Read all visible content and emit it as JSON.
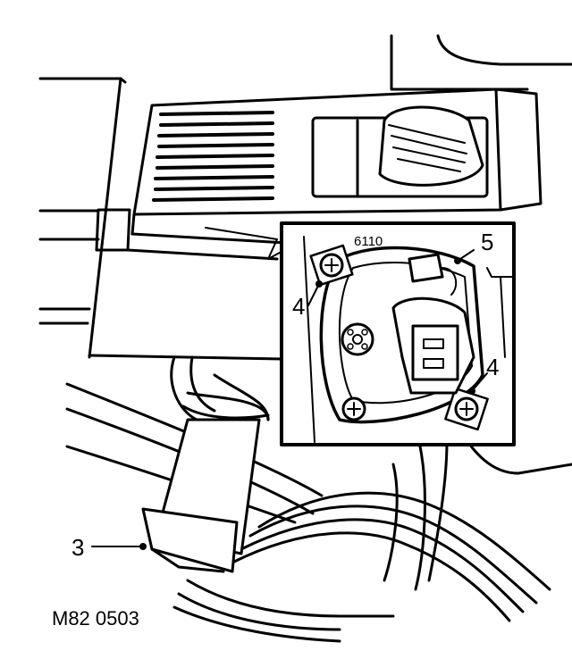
{
  "diagram": {
    "figure_code": "M82 0503",
    "callouts": [
      {
        "id": "left-4",
        "text": "4"
      },
      {
        "id": "top-5",
        "text": "5"
      },
      {
        "id": "right-4",
        "text": "4"
      },
      {
        "id": "bottom-3",
        "text": "3"
      }
    ],
    "inset_text": "6110"
  }
}
